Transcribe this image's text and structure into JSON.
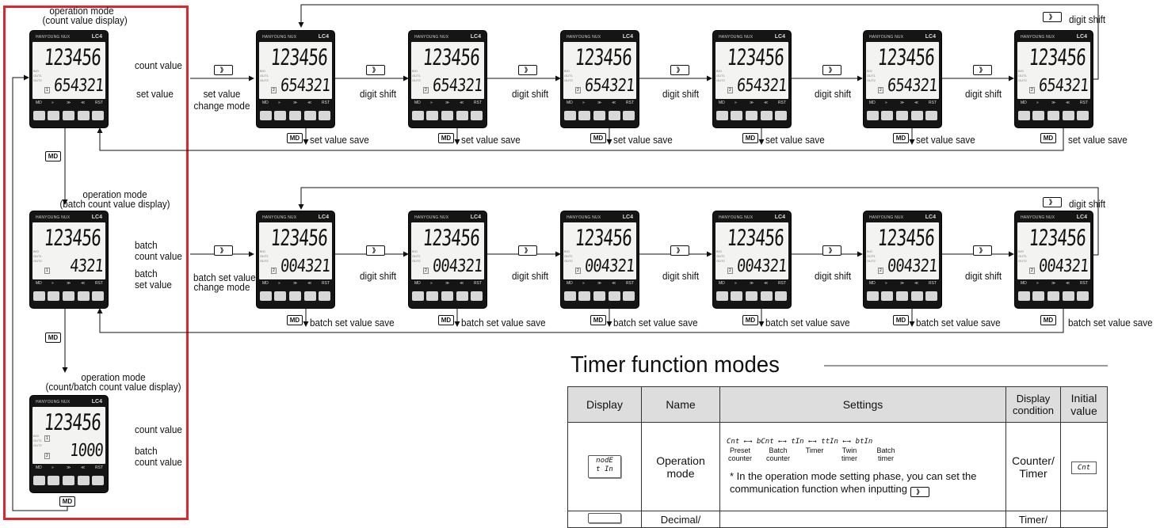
{
  "devices": {
    "brand": "HANYOUNG NUX",
    "model": "LC4",
    "keys": [
      "MD",
      "»",
      "≫",
      "≪",
      "RST"
    ],
    "indicators": [
      "B/O",
      "OUT1",
      "OUT2"
    ],
    "row1": [
      {
        "top": "123456",
        "bot": "654321",
        "mark": "1"
      },
      {
        "top": "123456",
        "bot": "654321",
        "mark": "2"
      },
      {
        "top": "123456",
        "bot": "654321",
        "mark": "2"
      },
      {
        "top": "123456",
        "bot": "654321",
        "mark": "2"
      },
      {
        "top": "123456",
        "bot": "654321",
        "mark": "2"
      },
      {
        "top": "123456",
        "bot": "654321",
        "mark": "2"
      },
      {
        "top": "123456",
        "bot": "654321",
        "mark": "2"
      }
    ],
    "row2": [
      {
        "top": "123456",
        "bot": "4321",
        "mark": "1"
      },
      {
        "top": "123456",
        "bot": "004321",
        "mark": "2"
      },
      {
        "top": "123456",
        "bot": "004321",
        "mark": "2"
      },
      {
        "top": "123456",
        "bot": "004321",
        "mark": "2"
      },
      {
        "top": "123456",
        "bot": "004321",
        "mark": "2"
      },
      {
        "top": "123456",
        "bot": "004321",
        "mark": "2"
      },
      {
        "top": "123456",
        "bot": "004321",
        "mark": "2"
      }
    ],
    "row3": {
      "top": "123456",
      "bot": "1000",
      "mark": "1",
      "mark2": "2"
    }
  },
  "labels": {
    "op_mode1_line1": "operation mode",
    "op_mode1_line2": "(count value display)",
    "count_value": "count value",
    "set_value": "set value",
    "set_value_change_line1": "set value",
    "set_value_change_line2": "change mode",
    "digit_shift": "digit shift",
    "set_value_save": "set value save",
    "op_mode2_line1": "operation mode",
    "op_mode2_line2": "(batch count value display)",
    "batch_count_value_line1": "batch",
    "batch_count_value_line2": "count value",
    "batch_set_value_line1": "batch",
    "batch_set_value_line2": "set value",
    "batch_change_line1": "batch set value",
    "batch_change_line2": "change mode",
    "batch_set_value_save": "batch set value save",
    "op_mode3_line1": "operation mode",
    "op_mode3_line2": "(count/batch count value display)",
    "count_value3": "count value",
    "batch_count_value3_line1": "batch",
    "batch_count_value3_line2": "count value",
    "md_key": "MD",
    "shift_key": "》"
  },
  "timer_section": {
    "title": "Timer function modes",
    "headers": [
      "Display",
      "Name",
      "Settings",
      "Display condition",
      "Initial value"
    ],
    "row1": {
      "display_top": "nodE",
      "display_bottom": "t In",
      "name": "Operation mode",
      "settings_codes": [
        "Cnt",
        "bCnt",
        "tIn",
        "ttIn",
        "btIn"
      ],
      "settings_names": [
        "Preset counter",
        "Batch counter",
        "Timer",
        "Twin timer",
        "Batch timer"
      ],
      "note": "* In the operation mode setting phase, you can set the communication function when inputting",
      "condition": "Counter/ Timer",
      "initial": "Cnt"
    },
    "row2": {
      "name": "Decimal/",
      "condition": "Timer/"
    }
  },
  "colors": {
    "highlight": "#e0262d",
    "device_body": "#151515",
    "screen": "#f3f3f1"
  }
}
